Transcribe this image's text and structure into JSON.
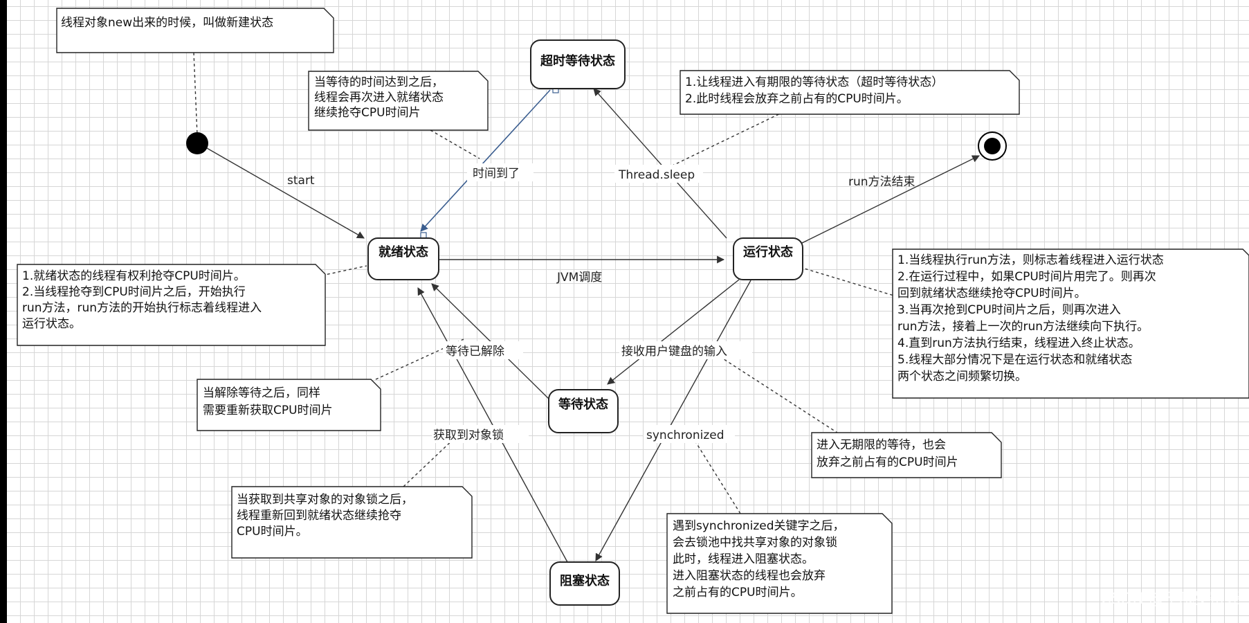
{
  "states": {
    "timed_waiting": "超时等待状态",
    "ready": "就绪状态",
    "running": "运行状态",
    "waiting": "等待状态",
    "blocked": "阻塞状态"
  },
  "transitions": {
    "start": "start",
    "timeout": "时间到了",
    "sleep": "Thread.sleep",
    "run_end": "run方法结束",
    "jvm": "JVM调度",
    "wait_released": "等待已解除",
    "keyboard_input": "接收用户键盘的输入",
    "lock_acquired": "获取到对象锁",
    "synchronized": "synchronized"
  },
  "notes": {
    "new_state": [
      "线程对象new出来的时候，叫做新建状态"
    ],
    "timeout_return": [
      "当等待的时间达到之后，",
      "线程会再次进入就绪状态",
      "继续抢夺CPU时间片"
    ],
    "sleep_note": [
      "1.让线程进入有期限的等待状态（超时等待状态）",
      "2.此时线程会放弃之前占有的CPU时间片。"
    ],
    "ready_note": [
      "1.就绪状态的线程有权利抢夺CPU时间片。",
      "2.当线程抢夺到CPU时间片之后，开始执行",
      "run方法，run方法的开始执行标志着线程进入",
      "运行状态。"
    ],
    "running_note": [
      "1.当线程执行run方法，则标志着线程进入运行状态",
      "2.在运行过程中，如果CPU时间片用完了。则再次",
      "回到就绪状态继续抢夺CPU时间片。",
      "3.当再次抢到CPU时间片之后，则再次进入",
      "run方法，接着上一次的run方法继续向下执行。",
      "4.直到run方法执行结束，线程进入终止状态。",
      "5.线程大部分情况下是在运行状态和就绪状态",
      "两个状态之间频繁切换。"
    ],
    "wait_release_note": [
      "当解除等待之后，同样",
      "需要重新获取CPU时间片"
    ],
    "unbounded_wait_note": [
      "进入无期限的等待，也会",
      "放弃之前占有的CPU时间片"
    ],
    "lock_note": [
      "当获取到共享对象的对象锁之后，",
      "线程重新回到就绪状态继续抢夺",
      "CPU时间片。"
    ],
    "sync_note": [
      "遇到synchronized关键字之后，",
      "会去锁池中找共享对象的对象锁",
      "此时，线程进入阻塞状态。",
      "进入阻塞状态的线程也会放弃",
      "之前占有的CPU时间片。"
    ]
  },
  "watermark": "CSDN @不哦罗密经",
  "colors": {
    "grid": "#d6d6d6",
    "frame": "#000000",
    "timeout_edge": "#3a5d8f"
  }
}
